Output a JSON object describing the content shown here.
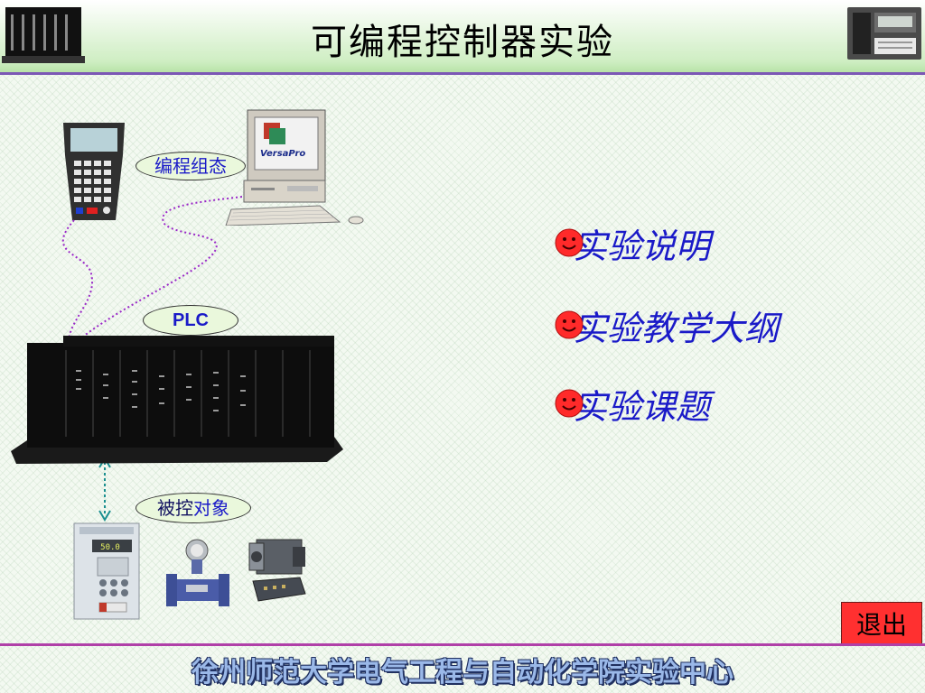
{
  "header": {
    "title": "可编程控制器实验"
  },
  "diagram": {
    "programming_label": "编程组态",
    "plc_label": "PLC",
    "controlled_prefix": "被控",
    "controlled_suffix": "对象",
    "monitor_brand": "VersaPro",
    "inverter_readout": "50.0"
  },
  "menu": {
    "items": [
      {
        "label": "实验说明"
      },
      {
        "label": "实验教学大纲"
      },
      {
        "label": "实验课题"
      }
    ]
  },
  "exit_label": "退出",
  "footer": {
    "text": "徐州师范大学电气工程与自动化学院实验中心"
  },
  "colors": {
    "menu_text": "#1a1ac8",
    "smiley": "#ff2a2a",
    "exit_bg": "#ff3030",
    "divider": "#7c57b5"
  }
}
